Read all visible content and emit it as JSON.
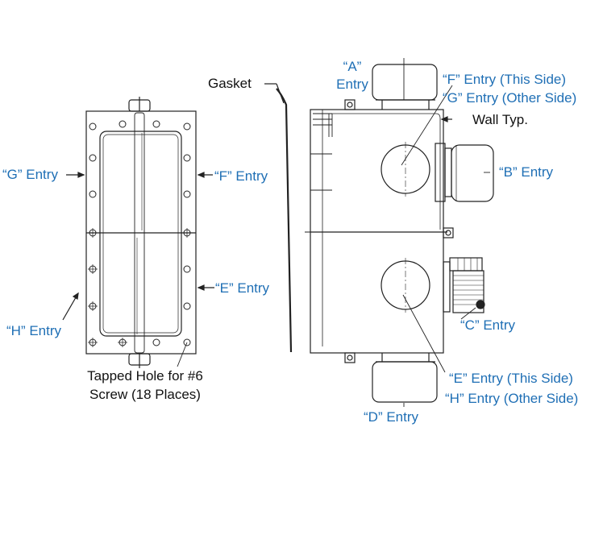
{
  "colors": {
    "label_blue": "#1f6fb5",
    "label_black": "#111111",
    "line": "#222222"
  },
  "labels": {
    "gasket": "Gasket",
    "a_entry_line1": "“A”",
    "a_entry_line2": "Entry",
    "f_entry_this_side": "“F” Entry (This Side)",
    "g_entry_other_side": "“G” Entry (Other Side)",
    "wall_typ": "Wall Typ.",
    "g_entry": "“G” Entry",
    "f_entry": "“F” Entry",
    "b_entry": "“B” Entry",
    "e_entry": "“E” Entry",
    "h_entry": "“H” Entry",
    "c_entry": "“C” Entry",
    "tapped_hole_line1": "Tapped Hole for #6",
    "tapped_hole_line2": "Screw (18 Places)",
    "e_entry_this_side": "“E” Entry (This Side)",
    "h_entry_other_side": "“H” Entry (Other Side)",
    "d_entry": "“D” Entry"
  }
}
